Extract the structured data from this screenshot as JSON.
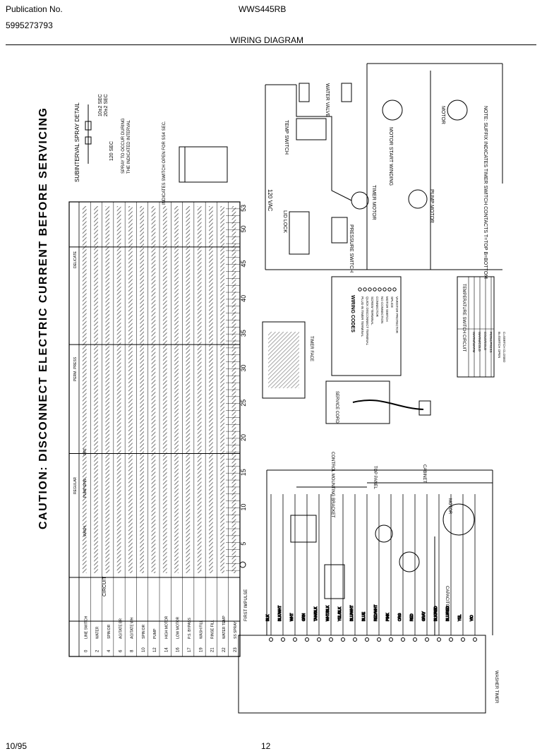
{
  "header": {
    "publication_label": "Publication No.",
    "publication_number": "5995273793",
    "model": "WWS445RB",
    "title": "WIRING DIAGRAM"
  },
  "caution": "CAUTION: DISCONNECT ELECTRIC CURRENT BEFORE SERVICING",
  "spray_detail": {
    "title": "SUBINTERVAL SPRAY DETAIL",
    "t1": "10±2 SEC",
    "t2": "20±2 SEC",
    "t3": "120 SEC"
  },
  "timer_chart": {
    "phase_labels": [
      "REGULAR",
      "PERM. PRESS",
      "DELICATE"
    ],
    "step_labels": [
      "WASH",
      "PUMP",
      "SPIN",
      "OFF"
    ],
    "interval_numbers": [
      "5",
      "10",
      "15",
      "20",
      "25",
      "30",
      "35",
      "40",
      "45",
      "50",
      "53"
    ],
    "circuits": [
      "LINE SWITCH",
      "WATER",
      "SPIN DR",
      "AGITATE BR",
      "AGITATE WH",
      "SPIN DR",
      "PUMP",
      "HIGH MOTOR",
      "LOW MOTOR",
      "P.S. BYPASS",
      "WASH FILL",
      "RINSE FILL",
      "WATER TEMP",
      "SS SPRAY"
    ],
    "terminals": [
      "0",
      "2",
      "4",
      "6",
      "8",
      "10",
      "12",
      "14",
      "16",
      "17",
      "19",
      "21",
      "22",
      "23"
    ],
    "circuit_header": "CIRCUIT",
    "first_impulse": "FIRST IMPULSE"
  },
  "schematic": {
    "supply": "120 VAC",
    "temp_switch": "TEMP SWITCH",
    "water_valve": "WATER VALVE",
    "lid_lock": "LID LOCK",
    "pressure_switch": "PRESSURE SWITCH",
    "timer_motor": "TIMER MOTOR",
    "motor_start_winding": "MOTOR START WINDING",
    "motor": "MOTOR",
    "pump_motor": "PUMP MOTOR",
    "note": "NOTE: SUFFIX INDICATES TIMER SWITCH CONTACTS T=TOP B=BOTTOM"
  },
  "wiring_codes": {
    "title": "WIRING CODES",
    "items": [
      "PLUG-IN TIMER TERMINAL",
      "QUICK DISCONNECT TERMINAL",
      "SCREW TERMINAL",
      "CONNECTOR",
      "NO CONNECTION",
      "MOTOR SWITCH",
      "SPLICE",
      "VARISTOR PROTECTOR"
    ]
  },
  "timer_face": "TIMER FACE",
  "service_cord": "SERVICE CORD",
  "temp_table": {
    "title": "TEMPERATURE SWITCH CIRCUIT",
    "rows": [
      "WARM/WARM",
      "WARM/COLD",
      "COLD/COLD",
      "PERM.PRESS"
    ],
    "legend": [
      "B=SWITCH OPEN",
      "C=SWITCH CLOSED"
    ]
  },
  "harness": {
    "wire_colors": [
      "BLK",
      "BLK/WHT",
      "WHT",
      "GRN",
      "TAN/BLK",
      "WHT/BLK",
      "YEL/BLK",
      "BLU/WHT",
      "BLUE",
      "RED/WHT",
      "PINK",
      "ORG",
      "RED",
      "GRAY",
      "BLK/RED",
      "BLU/RED",
      "YEL",
      "VIO"
    ],
    "control_ground": "CONTROL MOUNTING BRACKET",
    "top_panel": "TOP PANEL",
    "cabinet": "CABINET",
    "washer_timer": "WASHER TIMER",
    "capacitor": "CAPACITOR",
    "motor_label": "MOTOR"
  },
  "footer": {
    "date": "10/95",
    "page": "12"
  }
}
